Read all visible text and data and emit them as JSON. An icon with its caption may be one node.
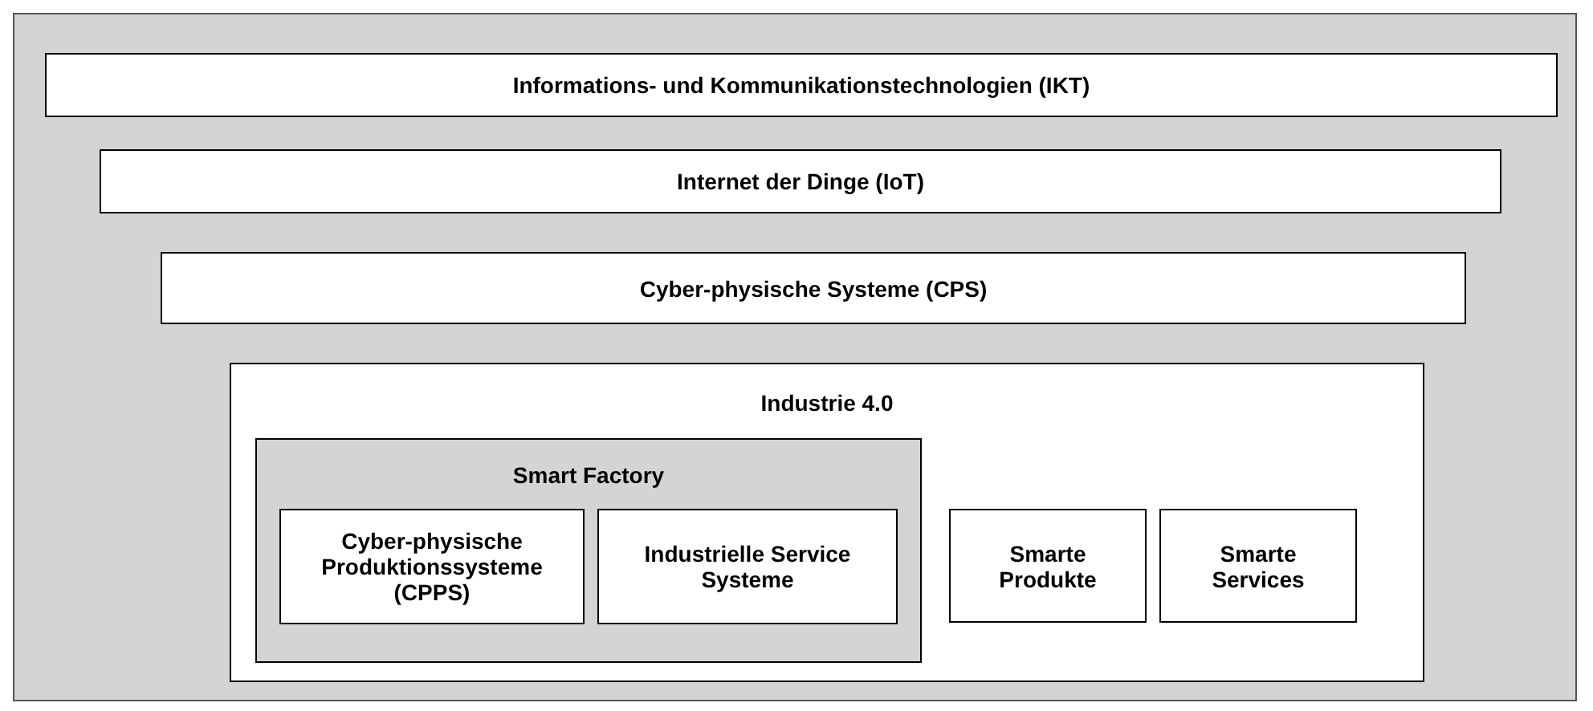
{
  "diagram": {
    "nodes": [
      {
        "text": [
          "Informations- und Kommunikationstechnologien (IKT)"
        ]
      },
      {
        "text": [
          "Internet der Dinge (IoT)"
        ]
      },
      {
        "text": [
          "Cyber-physische Systeme (CPS)"
        ]
      },
      {
        "text": [
          "Industrie 4.0"
        ]
      },
      {
        "text": [
          "Smart Factory"
        ],
        "in": 3
      },
      {
        "text": [
          "Cyber-physische Produktionssysteme (CPPS)"
        ],
        "in": 4
      },
      {
        "text": [
          "Industrielle Service Systeme"
        ],
        "in": 4
      },
      {
        "text": [
          "Smarte Produkte"
        ],
        "in": 3
      },
      {
        "text": [
          "Smarte Services"
        ],
        "in": 3
      }
    ]
  }
}
